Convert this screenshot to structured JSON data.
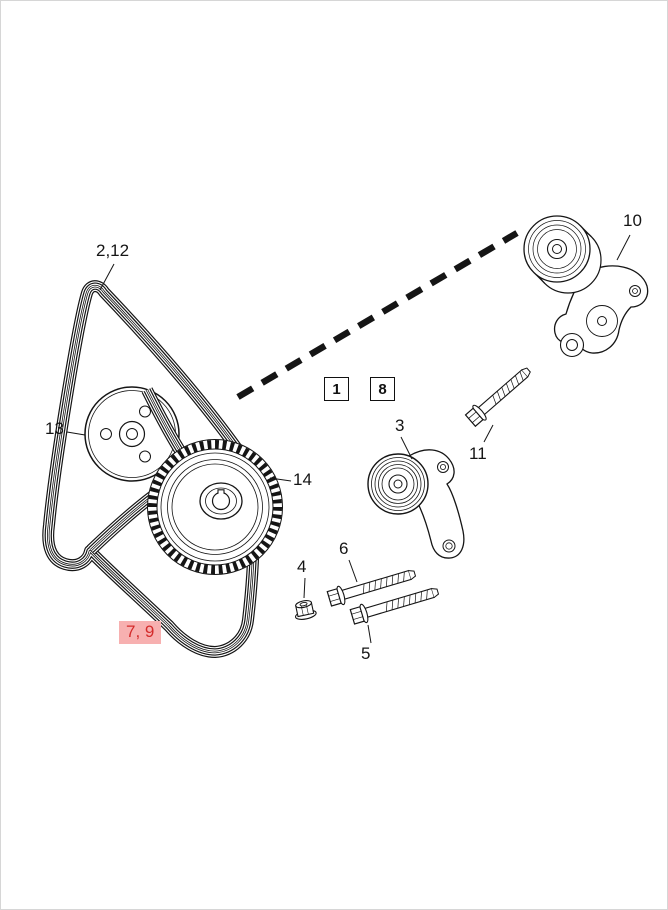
{
  "page": {
    "background": "#ffffff",
    "frame_border": "#d6d6d6",
    "line_color": "#151515"
  },
  "highlight": {
    "bg": "#f7b0b0",
    "fg": "#d42b2b"
  },
  "callouts": {
    "belt_upper": {
      "text": "2,12"
    },
    "pulley_grooved": {
      "text": "13"
    },
    "pulley_crankshaft": {
      "text": "14"
    },
    "belt_lower": {
      "text": "7, 9"
    },
    "pulley_idler": {
      "text": "3"
    },
    "nut_flange": {
      "text": "4"
    },
    "bolt_lower": {
      "text": "5"
    },
    "bolt_upper": {
      "text": "6"
    },
    "tensioner": {
      "text": "10"
    },
    "tensioner_bolt": {
      "text": "11"
    },
    "ref_box_left": {
      "text": "1"
    },
    "ref_box_right": {
      "text": "8"
    }
  }
}
